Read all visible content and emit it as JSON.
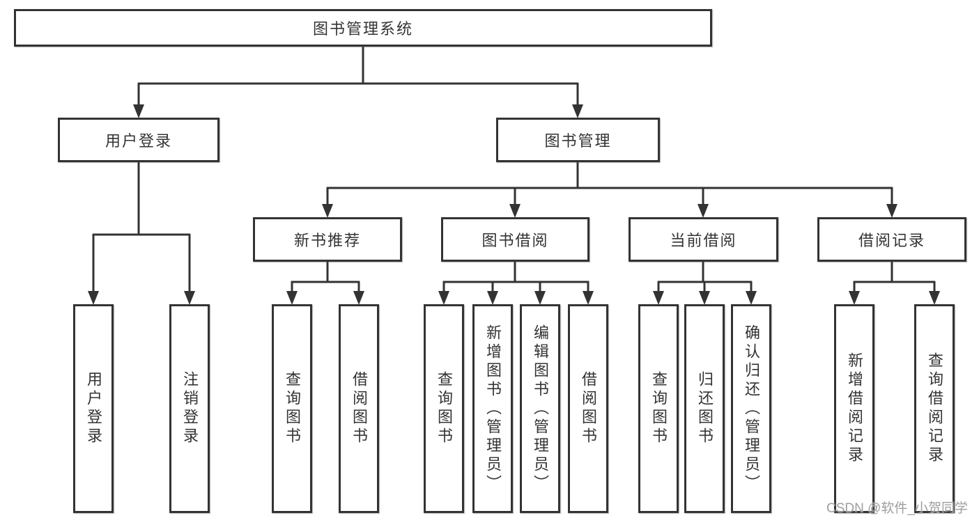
{
  "tree": {
    "root": "图书管理系统",
    "children": [
      {
        "label": "用户登录",
        "children": [
          "用户登录",
          "注销登录"
        ]
      },
      {
        "label": "图书管理",
        "children": [
          {
            "label": "新书推荐",
            "children": [
              "查询图书",
              "借阅图书"
            ]
          },
          {
            "label": "图书借阅",
            "children": [
              "查询图书",
              "新增图书（管理员）",
              "编辑图书（管理员）",
              "借阅图书"
            ]
          },
          {
            "label": "当前借阅",
            "children": [
              "查询图书",
              "归还图书",
              "确认归还（管理员）"
            ]
          },
          {
            "label": "借阅记录",
            "children": [
              "新增借阅记录",
              "查询借阅记录"
            ]
          }
        ]
      }
    ]
  },
  "watermark": {
    "text": "CSDN @软件_小贺同学"
  },
  "colors": {
    "line": "#333333",
    "box_border": "#333333",
    "text": "#333333",
    "watermark_text": "#9e9e9e",
    "background": "#ffffff"
  }
}
